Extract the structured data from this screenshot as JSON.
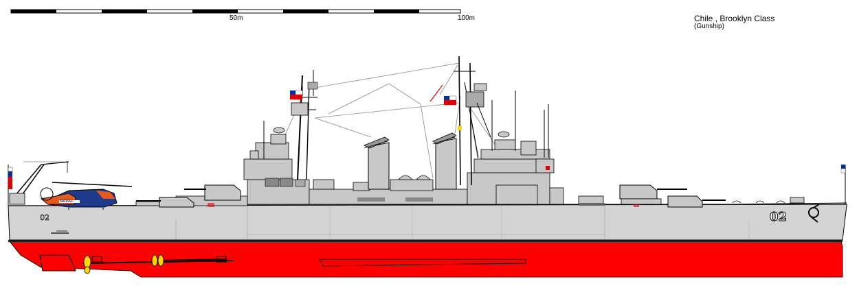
{
  "scale": {
    "label_mid": "50m",
    "label_end": "100m"
  },
  "title": {
    "name": "Chile , Brooklyn Class",
    "subtitle": "(Gunship)"
  },
  "ship": {
    "hull_number": "02",
    "helicopter_marking": "NAVAL",
    "colors": {
      "hull_grey": "#d4d4d4",
      "superstructure": "#c8c8c8",
      "underwater": "#ff0000",
      "outline": "#000000",
      "boot_top": "#222222",
      "propeller": "#ffd700",
      "flag_red": "#e00000",
      "flag_blue": "#0033a0",
      "heli_orange": "#e85a1a",
      "heli_blue": "#1e3a8a"
    }
  }
}
